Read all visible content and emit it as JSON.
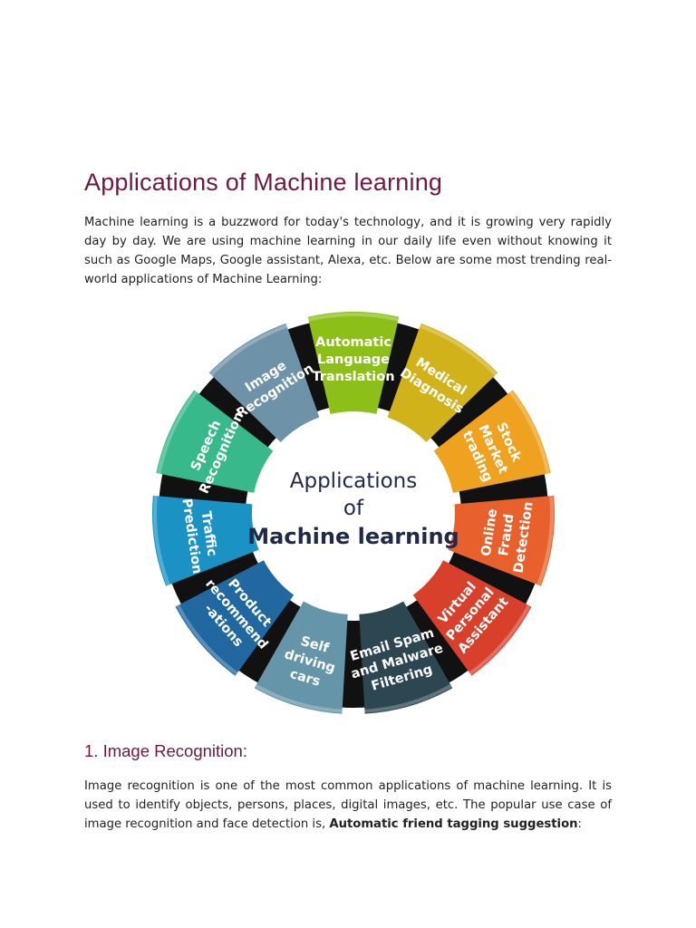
{
  "document": {
    "title": "Applications of Machine learning",
    "intro": "Machine learning is a buzzword for today's technology, and it is growing very rapidly day by day. We are using machine learning in our daily life even without knowing it such as Google Maps, Google assistant, Alexa, etc. Below are some most trending real-world applications of Machine Learning:",
    "diagram": {
      "center_line1": "Applications",
      "center_line2": "of",
      "center_line3": "Machine learning",
      "segments": [
        {
          "label_lines": [
            "Automatic",
            "Language",
            "Translation"
          ],
          "color": "#8cc019"
        },
        {
          "label_lines": [
            "Medical",
            "Diagnosis"
          ],
          "color": "#d2b21b"
        },
        {
          "label_lines": [
            "Stock",
            "Market",
            "trading"
          ],
          "color": "#efa21f"
        },
        {
          "label_lines": [
            "Online",
            "Fraud",
            "Detection"
          ],
          "color": "#e8612c"
        },
        {
          "label_lines": [
            "Virtual",
            "Personal",
            "Assistant"
          ],
          "color": "#d9402c"
        },
        {
          "label_lines": [
            "Email Spam",
            "and Malware",
            "Filtering"
          ],
          "color": "#2c4652"
        },
        {
          "label_lines": [
            "Self",
            "driving",
            "cars"
          ],
          "color": "#6495a8"
        },
        {
          "label_lines": [
            "Product",
            "recommend",
            "-ations"
          ],
          "color": "#2168a0"
        },
        {
          "label_lines": [
            "Traffic",
            "Prediction"
          ],
          "color": "#1b92c4"
        },
        {
          "label_lines": [
            "Speech",
            "Recognition"
          ],
          "color": "#38b98b"
        },
        {
          "label_lines": [
            "Image",
            "Recognition"
          ],
          "color": "#6e93a8"
        }
      ]
    },
    "section1": {
      "heading": "1. Image Recognition:",
      "text_before": "Image recognition is one of the most common applications of machine learning. It is used to identify objects, persons, places, digital images, etc. The popular use case of image recognition and face detection is, ",
      "text_bold": "Automatic friend tagging suggestion",
      "text_after": ":"
    }
  }
}
